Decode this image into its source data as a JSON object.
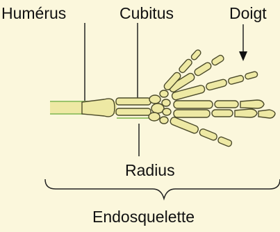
{
  "labels": {
    "humerus": "Humérus",
    "cubitus": "Cubitus",
    "doigt": "Doigt",
    "radius": "Radius",
    "endosquelette": "Endosquelette"
  },
  "colors": {
    "background": "#fbf7dc",
    "bone_fill": "#eee9a4",
    "bone_stroke": "#4b4a2a",
    "humerus_band": "#9bc46b"
  }
}
